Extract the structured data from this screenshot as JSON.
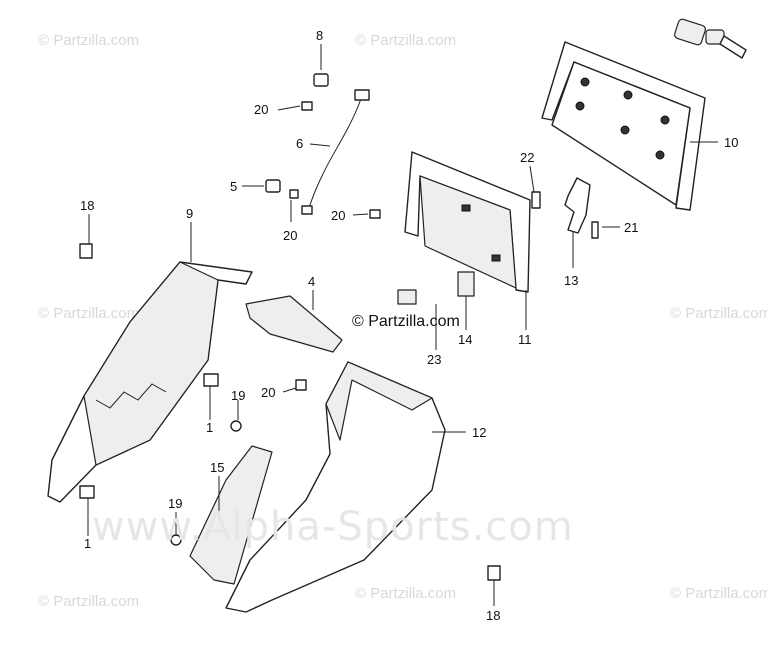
{
  "watermarks": {
    "partzilla": "© Partzilla.com",
    "partzilla_center": "© Partzilla.com",
    "alpha_sports": "www.Alpha-Sports.com"
  },
  "callouts": {
    "c1a": "1",
    "c1b": "1",
    "c4": "4",
    "c5": "5",
    "c6": "6",
    "c8": "8",
    "c9": "9",
    "c10": "10",
    "c11": "11",
    "c12": "12",
    "c13": "13",
    "c14": "14",
    "c15": "15",
    "c18a": "18",
    "c18b": "18",
    "c19a": "19",
    "c19b": "19",
    "c20a": "20",
    "c20b": "20",
    "c20c": "20",
    "c20d": "20",
    "c21": "21",
    "c22": "22",
    "c23": "23"
  }
}
